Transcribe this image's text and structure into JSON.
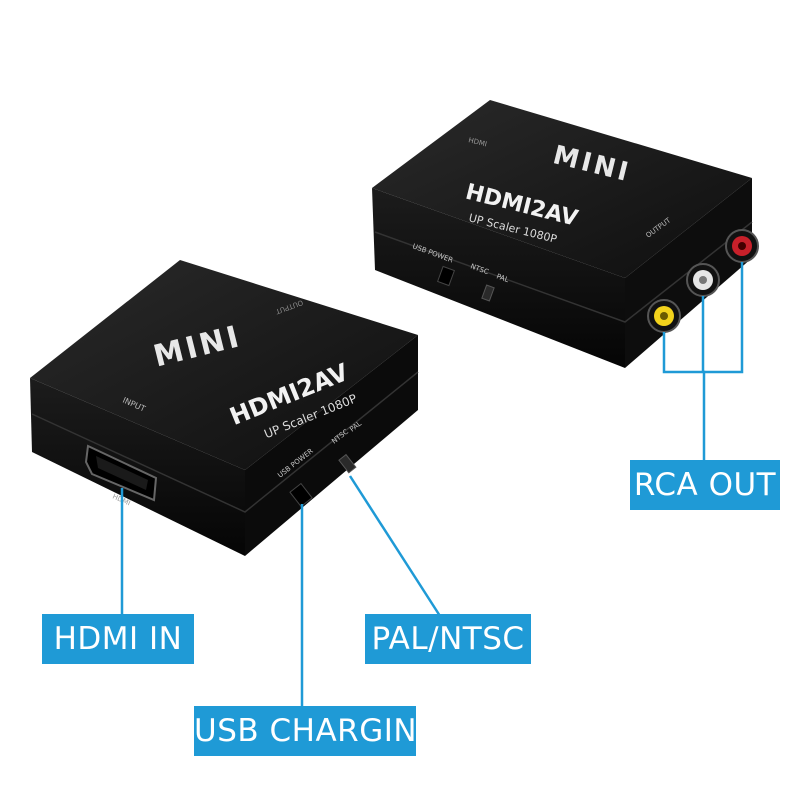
{
  "product": {
    "brand_mark": "MINI",
    "model": "HDMI2AV",
    "subtitle": "UP Scaler 1080P",
    "port_input": "INPUT",
    "port_output": "OUTPUT",
    "port_hdmi": "HDMI",
    "usb_power": "USB POWER",
    "ntsc": "NTSC",
    "pal": "PAL"
  },
  "callouts": {
    "hdmi_in": "HDMI IN",
    "pal_ntsc": "PAL/NTSC",
    "usb_charging": "USB CHARGING",
    "rca_out": "RCA OUT"
  },
  "colors": {
    "callout_blue": "#1f9ad6",
    "device_black": "#141414",
    "rca_red": "#c8202a",
    "rca_white": "#e6e6e6",
    "rca_yellow": "#f2d21c"
  }
}
